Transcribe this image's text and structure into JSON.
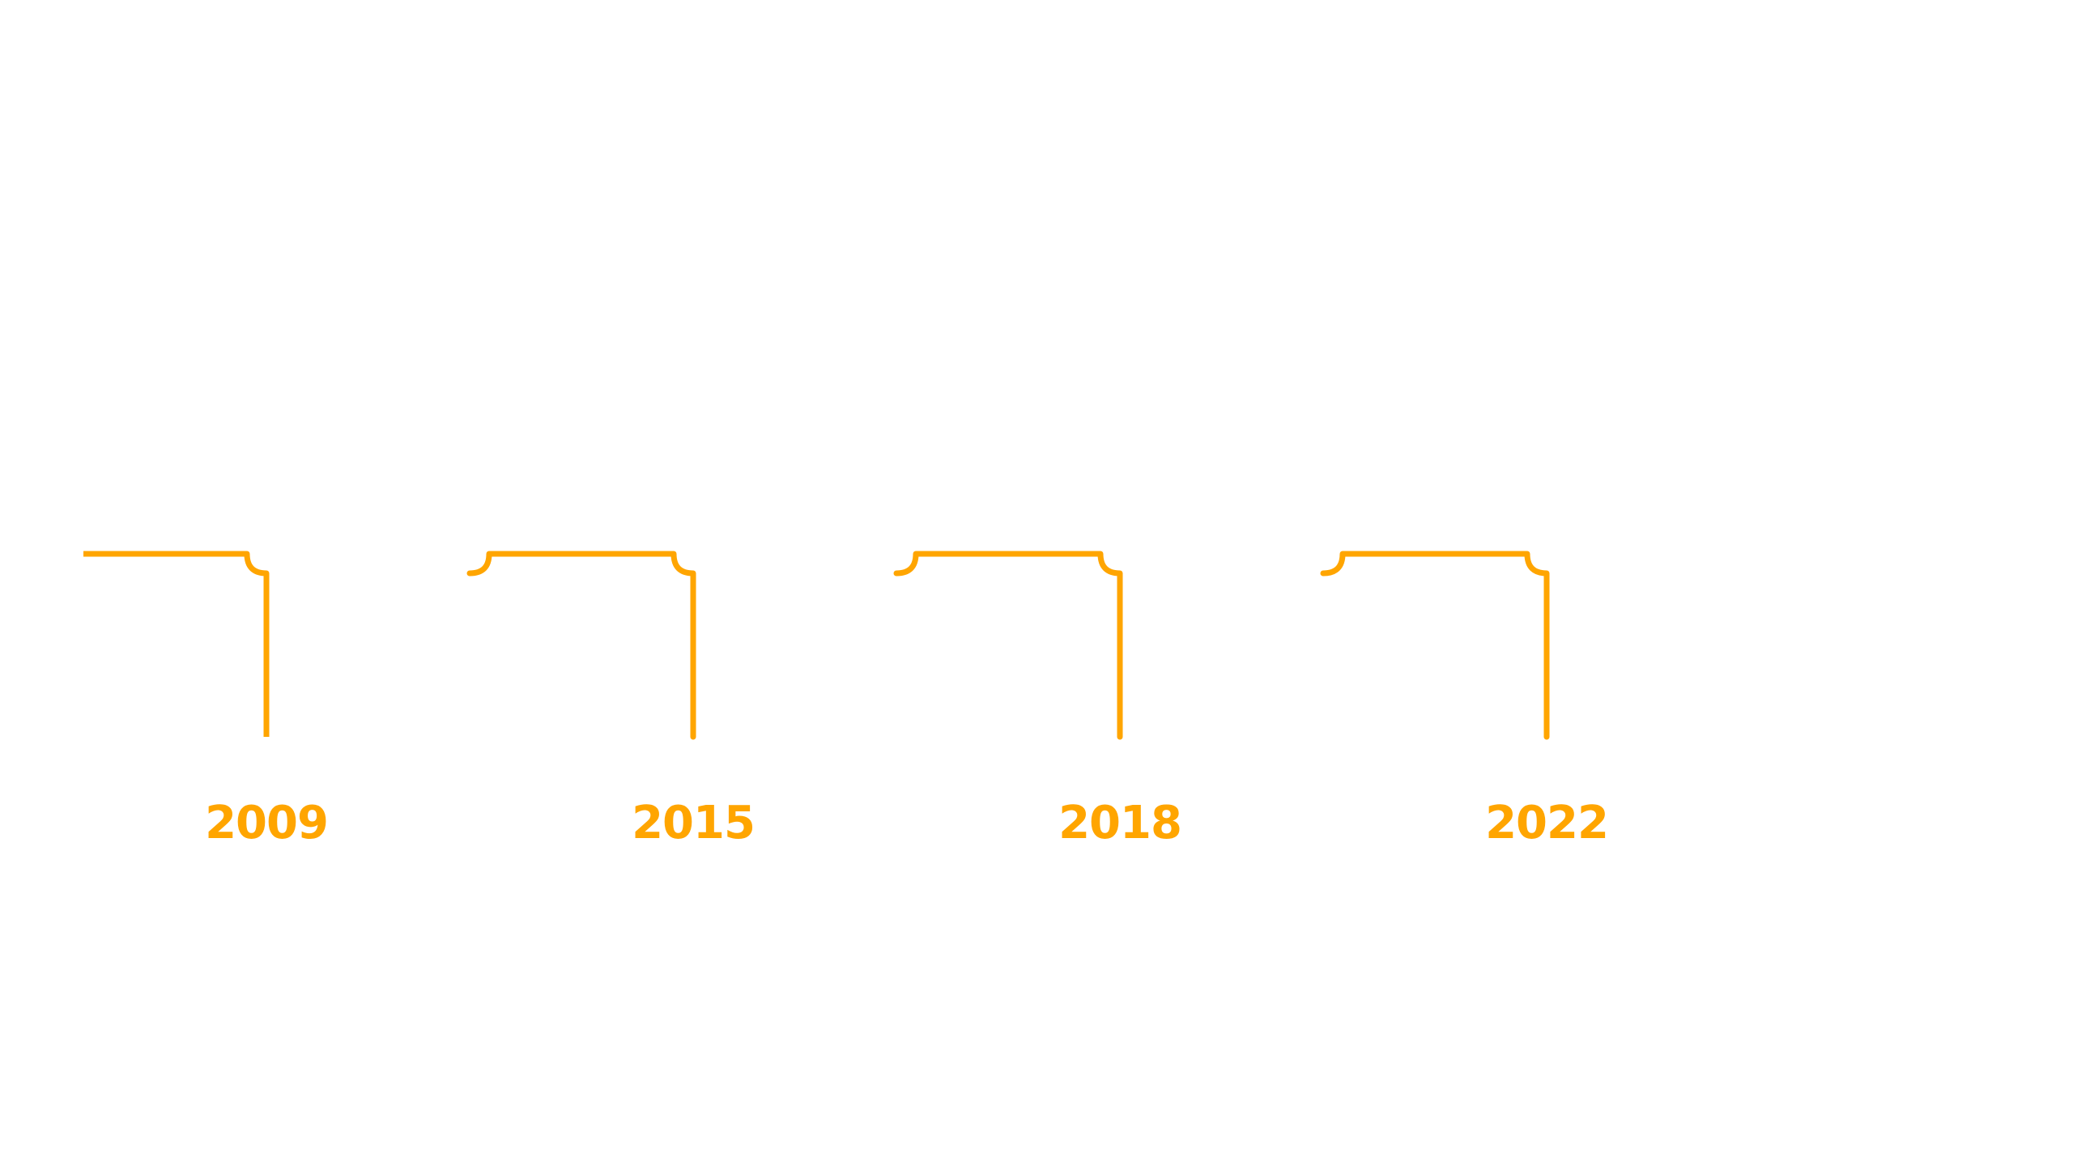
{
  "timeline": {
    "accent_color": "#FFA500",
    "background_color": "#FFFFFF",
    "milestones": [
      {
        "year": "2009"
      },
      {
        "year": "2015"
      },
      {
        "year": "2018"
      },
      {
        "year": "2022"
      }
    ]
  }
}
